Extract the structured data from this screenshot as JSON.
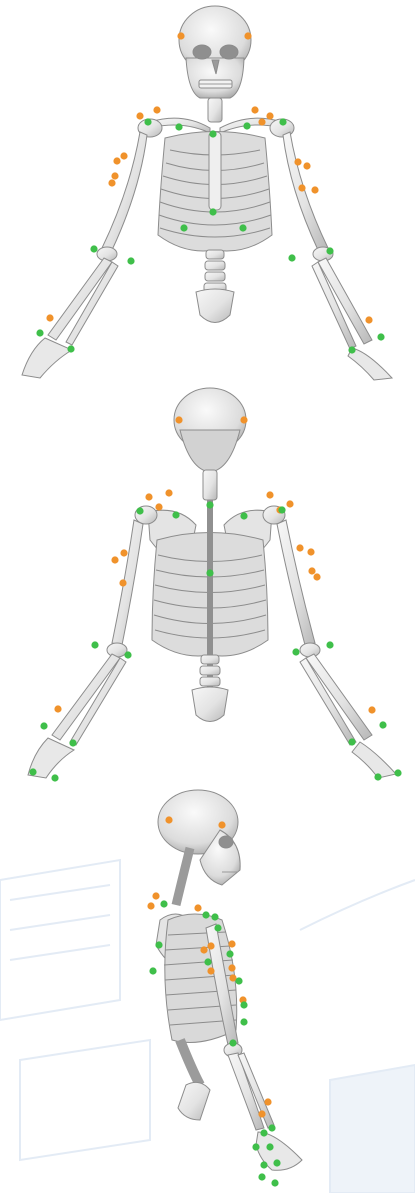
{
  "figure": {
    "views": [
      {
        "id": "anterior"
      },
      {
        "id": "posterior"
      },
      {
        "id": "lateral"
      }
    ]
  },
  "colors": {
    "background": "#ffffff",
    "background_pattern": "#e8eef6",
    "bone_fill": "#e9e9e9",
    "bone_shadow": "#a9a9a9",
    "bone_stroke": "#7f7f7f",
    "marker_orange": "#f0922b",
    "marker_green": "#3fbf4a"
  },
  "marker_legend_text": []
}
